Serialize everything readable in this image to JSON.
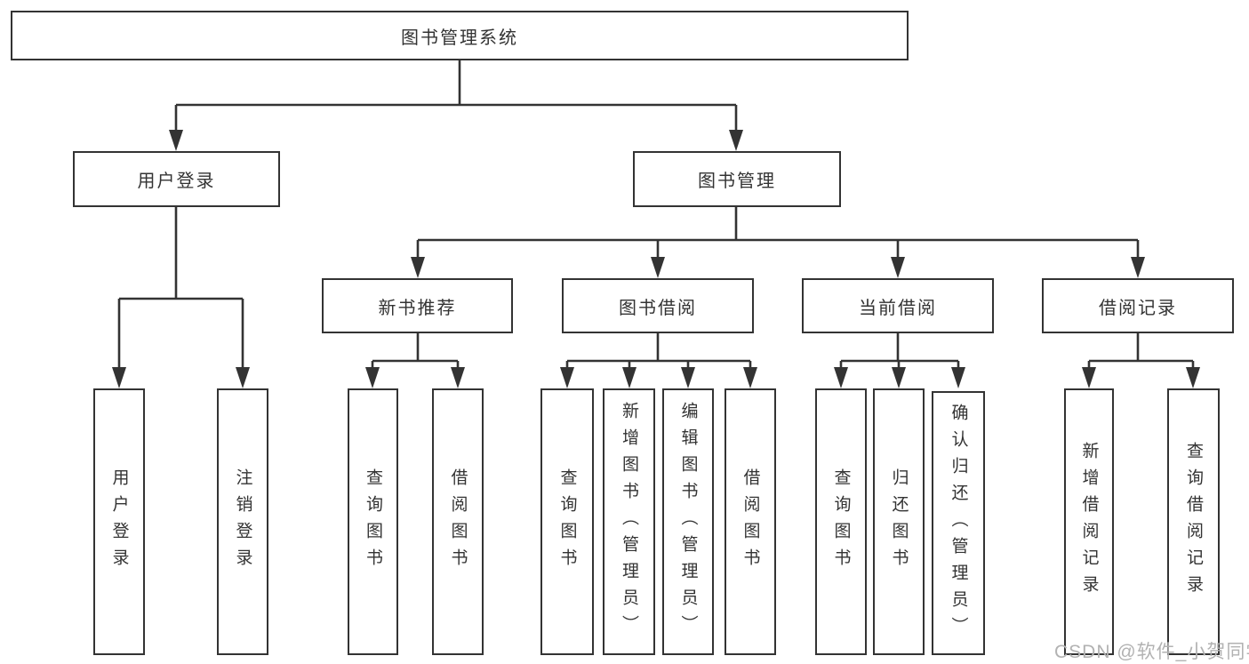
{
  "diagram": {
    "root": {
      "label": "图书管理系统"
    },
    "level2": {
      "login": {
        "label": "用户登录"
      },
      "manage": {
        "label": "图书管理"
      }
    },
    "level3": {
      "recommend": {
        "label": "新书推荐"
      },
      "borrow": {
        "label": "图书借阅"
      },
      "current": {
        "label": "当前借阅"
      },
      "records": {
        "label": "借阅记录"
      }
    },
    "leaves": {
      "login": [
        {
          "label": "用户登录"
        },
        {
          "label": "注销登录"
        }
      ],
      "recommend": [
        {
          "label": "查询图书"
        },
        {
          "label": "借阅图书"
        }
      ],
      "borrow": [
        {
          "label": "查询图书"
        },
        {
          "label": "新增图书（管理员）"
        },
        {
          "label": "编辑图书（管理员）"
        },
        {
          "label": "借阅图书"
        }
      ],
      "current": [
        {
          "label": "查询图书"
        },
        {
          "label": "归还图书"
        },
        {
          "label": "确认归还（管理员）"
        }
      ],
      "records": [
        {
          "label": "新增借阅记录"
        },
        {
          "label": "查询借阅记录"
        }
      ]
    }
  },
  "watermark": {
    "text": "CSDN @软件_小贺同学",
    "color": "#b2b2b2"
  },
  "colors": {
    "line": "#333333",
    "box_border": "#333333",
    "text": "#333333",
    "background": "#ffffff"
  }
}
